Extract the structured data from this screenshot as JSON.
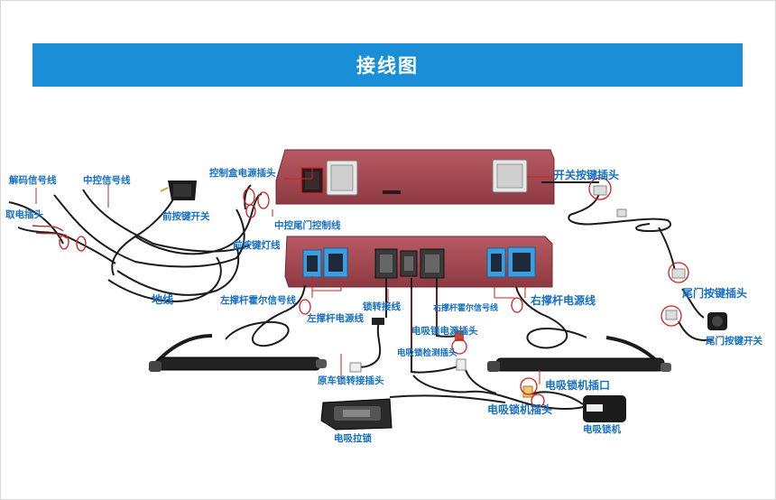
{
  "title": "接线图",
  "colors": {
    "banner": "#1a8fd8",
    "label": "#1570c0",
    "callout": "#d21f1f",
    "module_body": "#a84a52",
    "connector_blue": "#3b9ee0",
    "wire": "#1b1b1b"
  },
  "labels": {
    "decode_signal": "解码信号线",
    "central_signal": "中控信号线",
    "control_box_power": "控制盒电源插头",
    "switch_key_plug": "开关按键插头",
    "power_tap_plug": "取电插头",
    "front_key_switch": "前按键开关",
    "central_tailgate_control": "中控尾门控制线",
    "front_key_light": "前按键灯线",
    "ground_wire": "地线",
    "left_strut_hall": "左撑杆霍尔信号线",
    "left_strut_power": "左撑杆电源线",
    "lock_adapter": "锁转接线",
    "right_strut_hall": "右撑杆霍尔信号线",
    "right_strut_power": "右撑杆电源线",
    "tailgate_key_plug": "尾门按键插头",
    "suction_lock_power_plug": "电吸锁电源插头",
    "suction_lock_detect_plug": "电吸锁检测插头",
    "tailgate_key_switch": "尾门按键开关",
    "orig_lock_adapter_plug": "原车锁转接插头",
    "lock_motor_port": "电吸锁机插口",
    "lock_motor_plug": "电吸锁机插头",
    "suction_latch": "电吸拉锁",
    "lock_motor": "电吸锁机"
  }
}
